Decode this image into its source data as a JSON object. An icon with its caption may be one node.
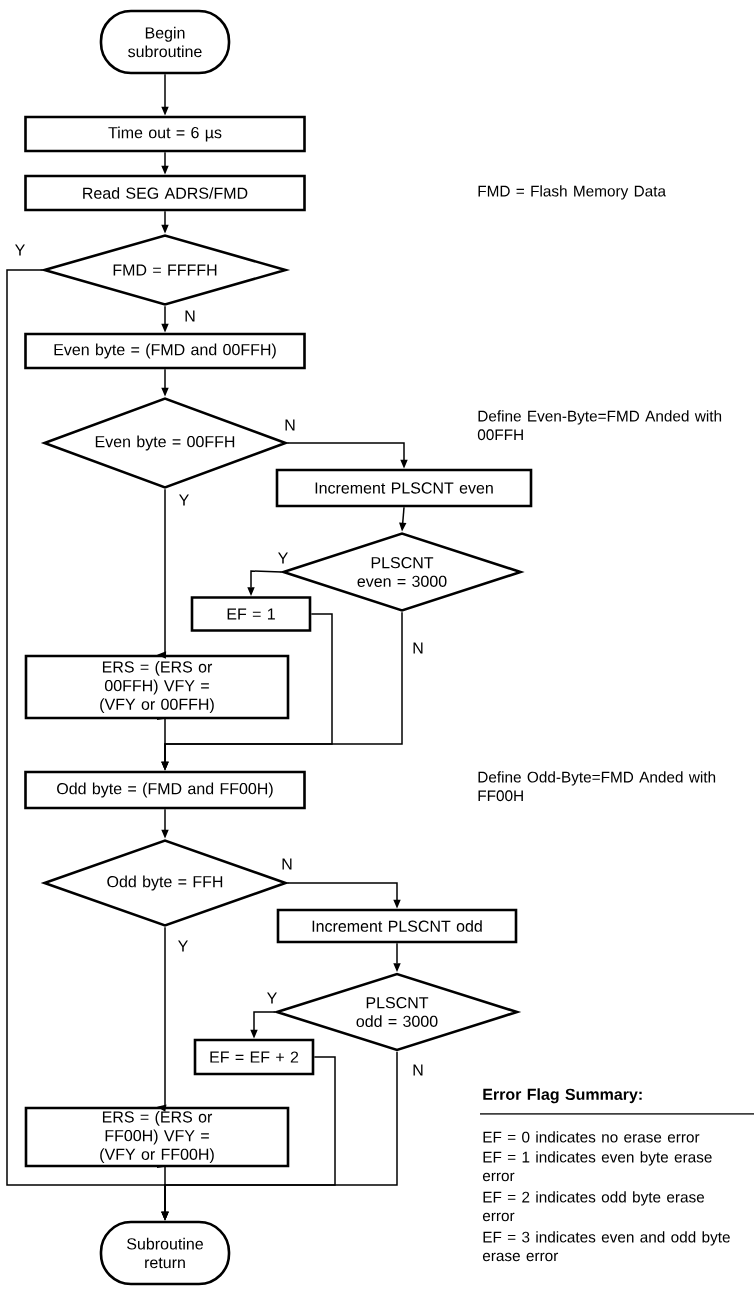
{
  "diagram": {
    "nodes": [
      {
        "text": [
          "Begin subroutine"
        ]
      },
      {
        "text": [
          "Time out = 6 µs"
        ]
      },
      {
        "text": [
          "Read SEG ADRS/FMD"
        ]
      },
      {
        "text": [
          "FMD = FFFFH"
        ]
      },
      {
        "text": [
          "Even byte = (FMD and 00FFH)"
        ]
      },
      {
        "text": [
          "Even byte = 00FFH"
        ]
      },
      {
        "text": [
          "Increment PLSCNT even"
        ]
      },
      {
        "text": [
          "PLSCNT even = 3000"
        ]
      },
      {
        "text": [
          "EF = 1"
        ]
      },
      {
        "text": [
          "ERS = (ERS or 00FFH) VFY = (VFY or 00FFH)"
        ]
      },
      {
        "text": [
          "Odd byte = (FMD and FF00H)"
        ]
      },
      {
        "text": [
          "Odd byte = FFH"
        ]
      },
      {
        "text": [
          "Increment PLSCNT odd"
        ]
      },
      {
        "text": [
          "PLSCNT odd = 3000"
        ]
      },
      {
        "text": [
          "EF = EF + 2"
        ]
      },
      {
        "text": [
          "ERS = (ERS or FF00H) VFY = (VFY or FF00H)"
        ]
      },
      {
        "text": [
          "Subroutine return"
        ]
      }
    ],
    "edges": [
      {
        "from": 0,
        "to": 1,
        "arrow": "to"
      },
      {
        "from": 1,
        "to": 2,
        "arrow": "to"
      },
      {
        "from": 2,
        "to": 3,
        "arrow": "to"
      },
      {
        "from": 3,
        "to": 4,
        "arrow": "to",
        "label": "N"
      },
      {
        "from": 3,
        "to": 16,
        "arrow": "to",
        "label": "Y"
      },
      {
        "from": 4,
        "to": 5,
        "arrow": "to"
      },
      {
        "from": 5,
        "to": 6,
        "arrow": "to",
        "label": "N"
      },
      {
        "from": 5,
        "to": 9,
        "arrow": "to",
        "label": "Y"
      },
      {
        "from": 6,
        "to": 7,
        "arrow": "to"
      },
      {
        "from": 7,
        "to": 8,
        "arrow": "to",
        "label": "Y"
      },
      {
        "from": 7,
        "to": 10,
        "arrow": "to",
        "label": "N"
      },
      {
        "from": 8,
        "to": 10,
        "arrow": "to"
      },
      {
        "from": 9,
        "to": 10,
        "arrow": "to"
      },
      {
        "from": 10,
        "to": 11,
        "arrow": "to"
      },
      {
        "from": 11,
        "to": 12,
        "arrow": "to",
        "label": "N"
      },
      {
        "from": 11,
        "to": 15,
        "arrow": "to",
        "label": "Y"
      },
      {
        "from": 12,
        "to": 13,
        "arrow": "to"
      },
      {
        "from": 13,
        "to": 14,
        "arrow": "to",
        "label": "Y"
      },
      {
        "from": 13,
        "to": 16,
        "arrow": "to",
        "label": "N"
      },
      {
        "from": 14,
        "to": 16,
        "arrow": "to"
      },
      {
        "from": 15,
        "to": 16,
        "arrow": "to"
      }
    ],
    "labels": [
      "FMD = Flash Memory Data",
      "Define Even-Byte=FMD Anded with 00FFH",
      "Define Odd-Byte=FMD Anded with FF00H",
      "Error Flag Summary:",
      "EF = 0 indicates no erase error",
      "EF = 1 indicates even byte erase error",
      "EF = 2 indicates odd byte erase error",
      "EF = 3 indicates even and odd byte erase error"
    ]
  }
}
